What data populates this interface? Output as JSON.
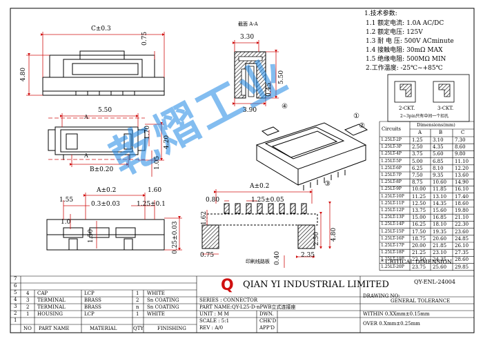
{
  "specs": {
    "heading": "1.技术参数:",
    "items": [
      "1.1 额定电流: 1.0A AC/DC",
      "1.2 额定电压: 125V",
      "1.3 耐 电 压: 500V ACminute",
      "1.4 接触电阻: 30mΩ MAX",
      "1.5 绝缘电阻: 500MΩ MIN",
      "2.工作温度: -25℃~+85℃"
    ]
  },
  "views": {
    "section_label": "截面 A-A",
    "dims": {
      "c": "C±0.3",
      "h075": "0.75",
      "h480": "4.80",
      "w330": "3.30",
      "w390": "3.90",
      "h045": "0.45",
      "h550": "5.50",
      "w550": "5.50",
      "h170": "1.70",
      "h420": "4.20",
      "h105": "1.05",
      "b": "B±0.20",
      "a_left": "A±0.2",
      "w160": "1.60",
      "w155": "1.55",
      "w03": "0.3±0.03",
      "w125": "1.25±0.1",
      "h10": "1.0",
      "h150": "1.50",
      "h025": "0.25±0.03",
      "a_right": "A±0.2",
      "w080": "0.80",
      "w125b": "1.25±0.05",
      "h162": "1.62",
      "h250": "2.50",
      "h480b": "4.80",
      "w075": "0.75",
      "w040": "0.40",
      "w235": "2.35",
      "pcb_label": "印刷线路板",
      "letter_a": "A"
    },
    "circle_labels": [
      "①",
      "②",
      "③",
      "④"
    ]
  },
  "ckt": {
    "labels": [
      "2-CKT.",
      "3-CKT."
    ],
    "note": "2~3pin只有中间一个扣孔"
  },
  "dimension_table": {
    "header_circuits": "Circuits",
    "header_dimensions": "Dimensions(mm)",
    "cols": [
      "A",
      "B",
      "C"
    ],
    "rows": [
      [
        "1.25LT-2P",
        "1.25",
        "3.10",
        "7.30"
      ],
      [
        "1.25LT-3P",
        "2.50",
        "4.35",
        "8.60"
      ],
      [
        "1.25LT-4P",
        "3.75",
        "5.60",
        "9.80"
      ],
      [
        "1.25LT-5P",
        "5.00",
        "6.85",
        "11.10"
      ],
      [
        "1.25LT-6P",
        "6.25",
        "8.10",
        "12.20"
      ],
      [
        "1.25LT-7P",
        "7.50",
        "9.35",
        "13.60"
      ],
      [
        "1.25LT-8P",
        "8.75",
        "10.60",
        "14.90"
      ],
      [
        "1.25LT-9P",
        "10.00",
        "11.85",
        "16.10"
      ],
      [
        "1.25LT-10P",
        "11.25",
        "13.10",
        "17.40"
      ],
      [
        "1.25LT-11P",
        "12.50",
        "14.35",
        "18.60"
      ],
      [
        "1.25LT-12P",
        "13.75",
        "15.60",
        "19.80"
      ],
      [
        "1.25LT-13P",
        "15.00",
        "16.85",
        "21.10"
      ],
      [
        "1.25LT-14P",
        "16.25",
        "18.10",
        "22.30"
      ],
      [
        "1.25LT-15P",
        "17.50",
        "19.35",
        "23.60"
      ],
      [
        "1.25LT-16P",
        "18.75",
        "20.60",
        "24.85"
      ],
      [
        "1.25LT-17P",
        "20.00",
        "21.85",
        "26.10"
      ],
      [
        "1.25LT-18P",
        "21.25",
        "23.10",
        "27.35"
      ],
      [
        "1.25LT-19P",
        "22.50",
        "24.35",
        "28.60"
      ],
      [
        "1.25LT-20P",
        "23.75",
        "25.60",
        "29.85"
      ]
    ]
  },
  "critical_note": "* CRITICAL DIMENSION",
  "title_block": {
    "company": "QIAN YI INDUSTRIAL LIMITED",
    "logo_letter": "Q",
    "drawing_no_label": "DRAWING NO:",
    "drawing_no_value": "QY-ENL-24004",
    "series_label": "SERIES : CONNECTOR",
    "part_name": "PART NAME:QY-L25-D-nPWB立式连接座",
    "unit": "UNIT : M M",
    "scale": "SCALE : 5:1",
    "rev": "REV : A/0",
    "dwn": "DWN.",
    "chkd": "CHK'D",
    "appd": "APP'D",
    "general_tolerance": "GENERAL TOLERANCE",
    "within": "WITHIN 0.XXmm±0.15mm",
    "over": "OVER  0.Xmm±0.25mm"
  },
  "bom": {
    "row_numbers": [
      "7",
      "6",
      "5",
      "4",
      "3",
      "2",
      "1"
    ],
    "rows": [
      {
        "no": "4",
        "part": "CAP",
        "material": "LCP",
        "qty": "1",
        "finish": "WHITE"
      },
      {
        "no": "3",
        "part": "TERMINAL",
        "material": "BRASS",
        "qty": "2",
        "finish": "Sn COATING"
      },
      {
        "no": "2",
        "part": "TERMINAL",
        "material": "BRASS",
        "qty": "n",
        "finish": "Sn COATING"
      },
      {
        "no": "1",
        "part": "HOUSING",
        "material": "LCP",
        "qty": "1",
        "finish": "WHITE"
      }
    ],
    "header": {
      "no": "NO",
      "part": "PART NAME",
      "material": "MATERIAL",
      "qty": "QTY",
      "finish": "FINISHING"
    }
  },
  "watermark": "乾熠工业",
  "colors": {
    "line": "#000000",
    "dim": "#d01010",
    "watermark": "#1e88e5",
    "logo": "#d01010"
  }
}
